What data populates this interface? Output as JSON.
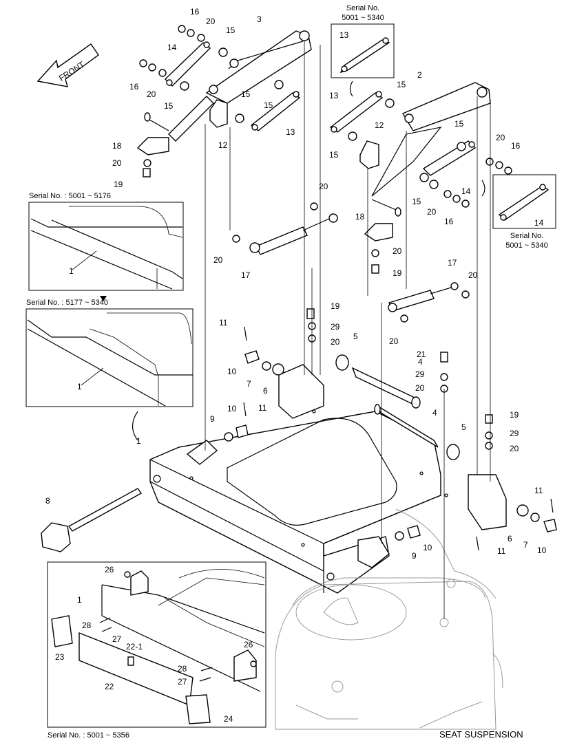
{
  "labels": {
    "front": "FRONT",
    "title": "SEAT SUSPENSION",
    "serial_top_box": "Serial No.\n5001 ~ 5340",
    "serial_right_box": "Serial No.\n5001 ~ 5340",
    "serial_detail_1": "Serial No. : 5001 ~ 5176",
    "serial_detail_2": "Serial No. : 5177 ~ 5340",
    "serial_bottom": "Serial No. : 5001 ~ 5356"
  },
  "callouts": [
    "1",
    "2",
    "3",
    "4",
    "5",
    "6",
    "7",
    "8",
    "9",
    "10",
    "11",
    "12",
    "13",
    "14",
    "15",
    "16",
    "17",
    "18",
    "19",
    "20",
    "21",
    "22",
    "22-1",
    "23",
    "24",
    "26",
    "27",
    "28",
    "29"
  ]
}
